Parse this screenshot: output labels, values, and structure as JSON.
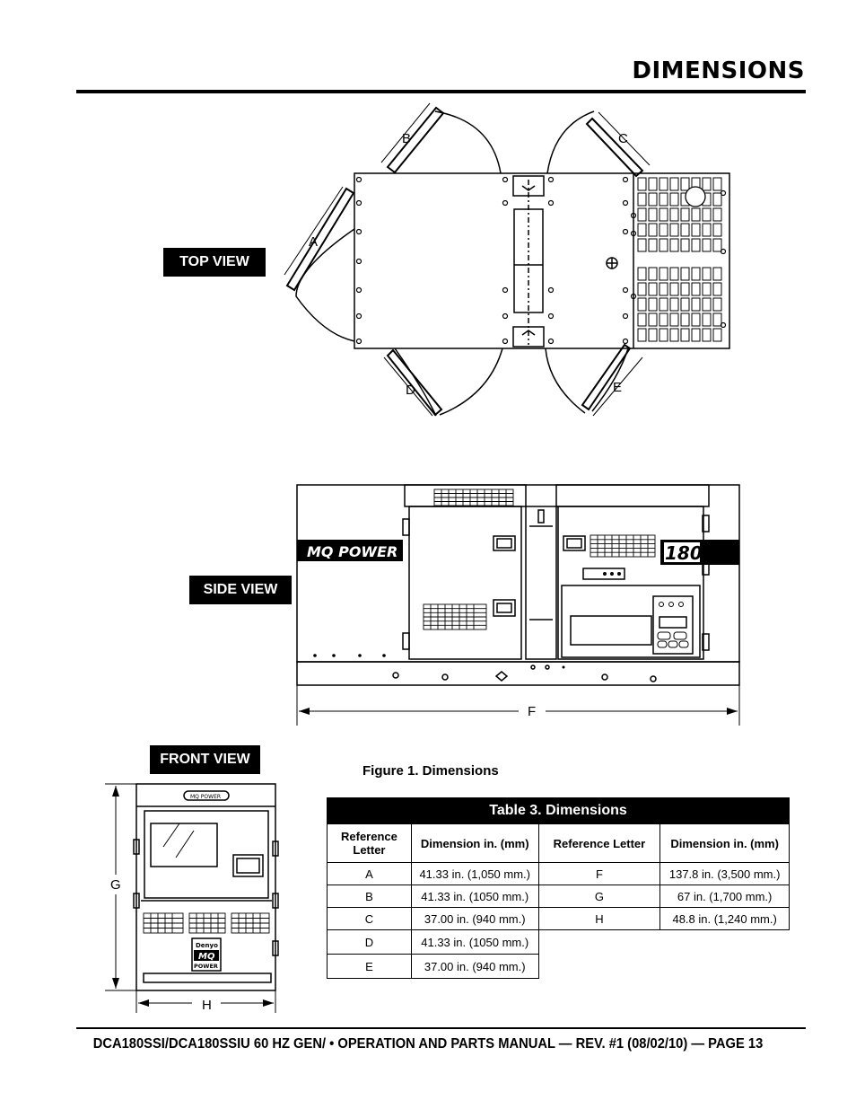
{
  "page": {
    "title": "DIMENSIONS",
    "footer": "DCA180SSI/DCA180SSIU 60 HZ GEN/ • OPERATION AND PARTS MANUAL — REV. #1 (08/02/10) — PAGE 13"
  },
  "views": {
    "top": "TOP VIEW",
    "side": "SIDE VIEW",
    "front": "FRONT VIEW"
  },
  "figure": {
    "caption": "Figure 1. Dimensions",
    "letters": {
      "A": "A",
      "B": "B",
      "C": "C",
      "D": "D",
      "E": "E",
      "F": "F",
      "G": "G",
      "H": "H"
    },
    "branding": {
      "mq_power": "MQ POWER",
      "model": "180",
      "front_badge": "MQ POWER",
      "denyo": "Denyo",
      "mq": "MQ",
      "power": "POWER"
    }
  },
  "table": {
    "title": "Table 3. Dimensions",
    "headers": [
      "Reference Letter",
      "Dimension in. (mm)",
      "Reference Letter",
      "Dimension in. (mm)"
    ],
    "rows": [
      [
        "A",
        "41.33 in. (1,050 mm.)",
        "F",
        "137.8 in. (3,500 mm.)"
      ],
      [
        "B",
        "41.33 in. (1050 mm.)",
        "G",
        "67 in. (1,700 mm.)"
      ],
      [
        "C",
        "37.00 in. (940 mm.)",
        "H",
        "48.8 in. (1,240 mm.)"
      ],
      [
        "D",
        "41.33 in. (1050 mm.)",
        "",
        ""
      ],
      [
        "E",
        "37.00 in. (940 mm.)",
        "",
        ""
      ]
    ]
  }
}
